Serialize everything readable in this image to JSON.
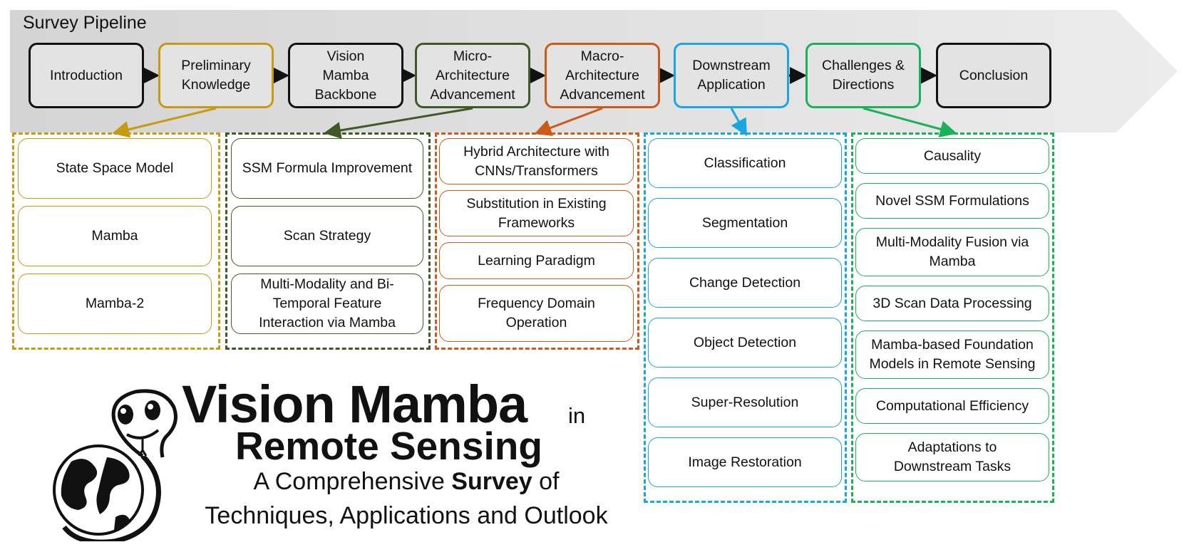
{
  "banner": {
    "title": "Survey Pipeline"
  },
  "stages": [
    {
      "label": "Introduction",
      "color": "#111111"
    },
    {
      "label": "Preliminary\nKnowledge",
      "color": "#c79a14"
    },
    {
      "label": "Vision\nMamba\nBackbone",
      "color": "#111111"
    },
    {
      "label": "Micro-\nArchitecture\nAdvancement",
      "color": "#3f5a26"
    },
    {
      "label": "Macro-\nArchitecture\nAdvancement",
      "color": "#cc5b1a"
    },
    {
      "label": "Downstream\nApplication",
      "color": "#1aa7e0"
    },
    {
      "label": "Challenges &\nDirections",
      "color": "#19b15a"
    },
    {
      "label": "Conclusion",
      "color": "#111111"
    }
  ],
  "groups": [
    {
      "color": "#c79a14",
      "items": [
        "State Space Model",
        "Mamba",
        "Mamba-2"
      ]
    },
    {
      "color": "#3f5a26",
      "items": [
        "SSM Formula Improvement",
        "Scan Strategy",
        "Multi-Modality and Bi-\nTemporal Feature\nInteraction via Mamba"
      ]
    },
    {
      "color": "#cc5b1a",
      "items": [
        "Hybrid Architecture with\nCNNs/Transformers",
        "Substitution in Existing\nFrameworks",
        "Learning Paradigm",
        "Frequency Domain\nOperation"
      ]
    },
    {
      "color": "#1aa7e0",
      "items": [
        "Classification",
        "Segmentation",
        "Change Detection",
        "Object Detection",
        "Super-Resolution",
        "Image Restoration"
      ]
    },
    {
      "color": "#19b15a",
      "items": [
        "Causality",
        "Novel SSM Formulations",
        "Multi-Modality Fusion via\nMamba",
        "3D Scan Data Processing",
        "Mamba-based Foundation\nModels in Remote Sensing",
        "Computational Efficiency",
        "Adaptations to\nDownstream Tasks"
      ]
    }
  ],
  "title": {
    "main": "Vision Mamba",
    "in": "in",
    "sub": "Remote Sensing",
    "line3_pre": "A Comprehensive ",
    "line3_bold": "Survey",
    "line3_post": " of",
    "line4": "Techniques, Applications and Outlook"
  }
}
